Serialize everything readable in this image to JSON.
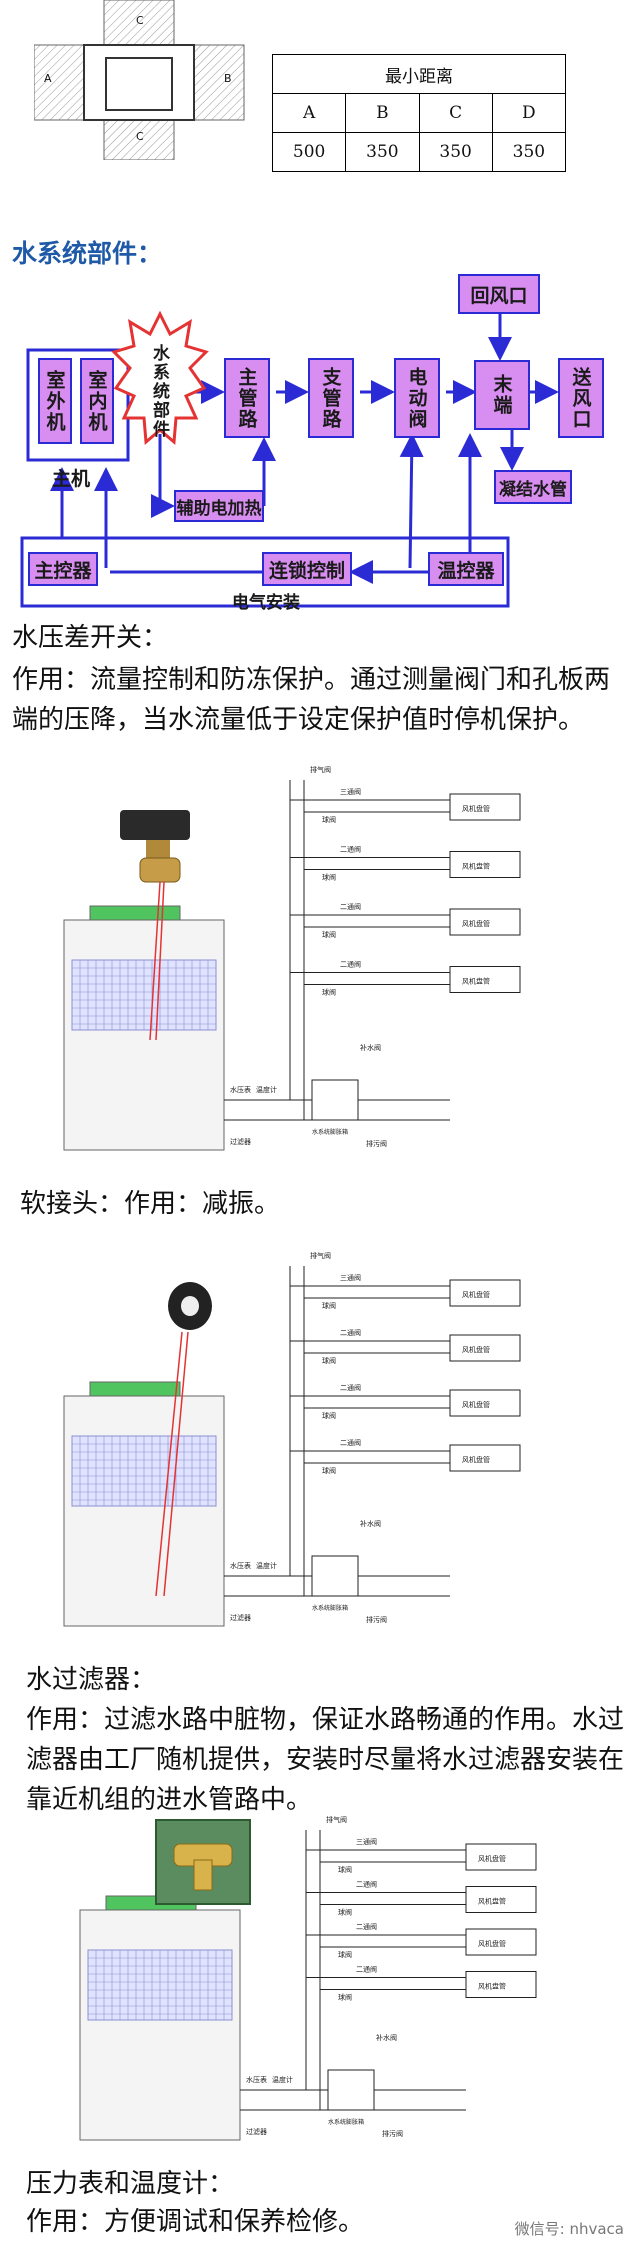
{
  "clearance": {
    "header": "最小距离",
    "columns": [
      "A",
      "B",
      "C",
      "D"
    ],
    "values": [
      "500",
      "350",
      "350",
      "350"
    ],
    "diagram_labels": [
      "A",
      "B",
      "C",
      "C"
    ]
  },
  "section_title": "水系统部件：",
  "flow": {
    "outdoor_unit": "室外机",
    "indoor_unit": "室内机",
    "host": "主机",
    "water_parts": "水系统部件",
    "main_pipe": "主管路",
    "branch_pipe": "支管路",
    "motor_valve": "电动阀",
    "terminal": "末端",
    "supply_outlet": "送风口",
    "return_outlet": "回风口",
    "aux_heater": "辅助电加热",
    "condensate": "凝结水管",
    "main_controller": "主控器",
    "interlock": "连锁控制",
    "thermostat": "温控器",
    "electrical": "电气安装",
    "colors": {
      "box_fill": "#d88ef0",
      "line": "#2b2bd6",
      "star": "#e53333"
    }
  },
  "sections": [
    {
      "title": "水压差开关：",
      "body": "作用：流量控制和防冻保护。通过测量阀门和孔板两端的压降，当水流量低于设定保护值时停机保护。"
    },
    {
      "title": "软接头：作用：减振。",
      "body": ""
    },
    {
      "title": "水过滤器：",
      "body": "作用：过滤水路中脏物，保证水路畅通的作用。水过滤器由工厂随机提供，安装时尽量将水过滤器安装在靠近机组的进水管路中。"
    },
    {
      "title": "压力表和温度计：",
      "body": "作用：方便调试和保养检修。"
    }
  ],
  "schematic": {
    "exhaust": "排气阀",
    "three_way": "三通阀",
    "two_way": "二通阀",
    "ball_valve": "球阀",
    "fcu": "风机盘管",
    "makeup": "补水阀",
    "pressure_gauge": "水压表",
    "thermometer": "温度计",
    "filter": "过滤器",
    "tank": "水系统膨胀箱",
    "drain": "排污阀"
  },
  "watermark": "微信号: nhvaca"
}
